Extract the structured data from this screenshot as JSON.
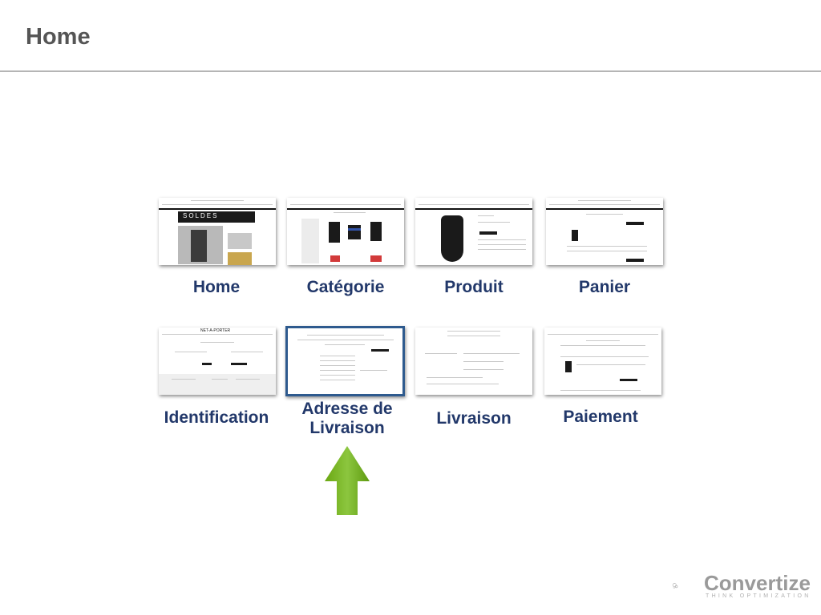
{
  "header": {
    "title": "Home"
  },
  "steps": [
    {
      "label": "Home"
    },
    {
      "label": "Catégorie"
    },
    {
      "label": "Produit"
    },
    {
      "label": "Panier"
    },
    {
      "label": "Identification"
    },
    {
      "label_line1": "Adresse de",
      "label_line2": "Livraison",
      "active": true
    },
    {
      "label": "Livraison"
    },
    {
      "label": "Paiement"
    }
  ],
  "thumb_texts": {
    "brand": "NET-A-PORTER",
    "soldes": "SOLDES"
  },
  "colors": {
    "label": "#22386a",
    "active_border": "#2e5a8e",
    "arrow": "#7ab51d"
  },
  "logo": {
    "name": "Convertize",
    "tagline": "THINK OPTIMIZATION"
  }
}
